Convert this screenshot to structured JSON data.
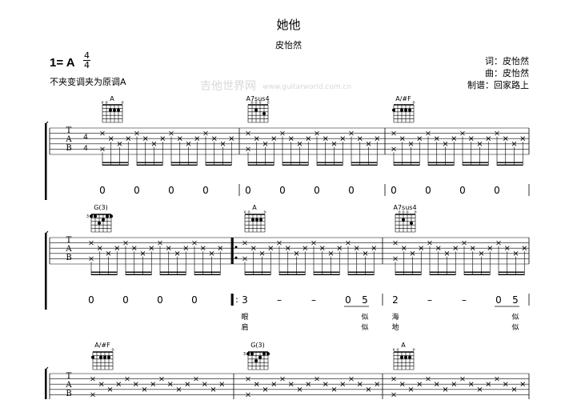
{
  "header": {
    "title": "她他",
    "artist": "皮怡然",
    "key": "1= A",
    "time_signature": {
      "top": "4",
      "bottom": "4"
    },
    "capo_note": "不夹变调夹为原调A",
    "credits": {
      "lyrics": "词：皮怡然",
      "music": "曲：皮怡然",
      "transcriber": "制谱：回家路上"
    }
  },
  "tab_clef": [
    "T",
    "A",
    "B"
  ],
  "systems": [
    {
      "measures": [
        {
          "chord": "A",
          "notation": [
            "0",
            "0",
            "0",
            "0"
          ]
        },
        {
          "chord": "A7sus4",
          "notation": [
            "0",
            "0",
            "0",
            "0"
          ]
        },
        {
          "chord": "A/#F",
          "notation": [
            "0",
            "0",
            "0",
            "0"
          ]
        }
      ],
      "time_sig": true
    },
    {
      "measures": [
        {
          "chord": "G(3)",
          "notation": [
            "0",
            "0",
            "0",
            "0"
          ]
        },
        {
          "chord": "A",
          "repeat_start": true,
          "notation": [
            "3",
            "–",
            "–",
            "0 5"
          ],
          "lyrics": [
            [
              "眼",
              "",
              "",
              "似"
            ],
            [
              "肩",
              "",
              "",
              "似"
            ]
          ]
        },
        {
          "chord": "A7sus4",
          "notation": [
            "2",
            "–",
            "–",
            "0 5"
          ],
          "lyrics": [
            [
              "海",
              "",
              "",
              "似"
            ],
            [
              "地",
              "",
              "",
              "似"
            ]
          ]
        }
      ]
    },
    {
      "measures": [
        {
          "chord": "A/#F"
        },
        {
          "chord": "G(3)"
        },
        {
          "chord": "A"
        }
      ]
    }
  ],
  "chords": {
    "A": {
      "markers": [
        "x",
        "o",
        "",
        "",
        "",
        "o"
      ],
      "dots": [
        [
          4,
          2
        ],
        [
          3,
          2
        ],
        [
          2,
          2
        ]
      ]
    },
    "A7sus4": {
      "markers": [
        "",
        "o",
        "o",
        "o",
        "",
        "o"
      ],
      "dots": [
        [
          4,
          2
        ],
        [
          2,
          3
        ]
      ]
    },
    "A/#F": {
      "markers": [
        "",
        "",
        "",
        "",
        "",
        "o"
      ],
      "dots": [
        [
          6,
          2
        ],
        [
          4,
          2
        ],
        [
          3,
          2
        ],
        [
          2,
          2
        ]
      ]
    },
    "G(3)": {
      "markers": [
        "",
        "",
        "",
        "",
        "",
        ""
      ],
      "fret_label": "3",
      "dots": [
        [
          6,
          1
        ],
        [
          5,
          1
        ],
        [
          4,
          3
        ],
        [
          3,
          2
        ],
        [
          2,
          1
        ],
        [
          1,
          1
        ]
      ]
    }
  },
  "watermark": {
    "name": "吉他世界网",
    "url": "www.guitarworld.com.cn",
    "color": "#d8d8d8"
  }
}
